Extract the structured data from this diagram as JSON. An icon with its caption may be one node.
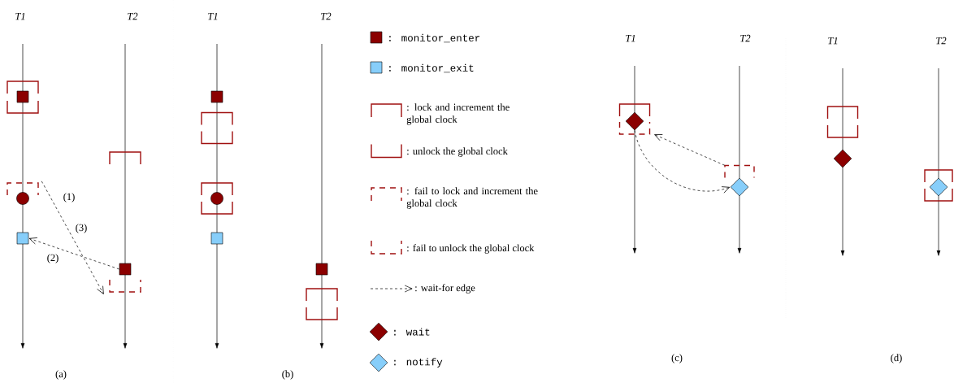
{
  "diagram": {
    "nodes": [
      {
        "text": [],
        "shape": "bracket"
      },
      {
        "text": [],
        "shape": "box",
        "in": 0
      },
      {
        "text": [],
        "shape": "bracket"
      },
      {
        "text": [],
        "shape": "bracket"
      },
      {
        "text": [],
        "shape": "circle"
      },
      {
        "text": [],
        "shape": "box"
      },
      {
        "text": [],
        "shape": "box"
      },
      {
        "text": [],
        "shape": "bracket"
      },
      {
        "text": [],
        "shape": "box"
      },
      {
        "text": [],
        "shape": "bracket"
      },
      {
        "text": [],
        "shape": "bracket"
      },
      {
        "text": [],
        "shape": "circle",
        "in": 10
      },
      {
        "text": [],
        "shape": "box"
      },
      {
        "text": [],
        "shape": "box"
      },
      {
        "text": [],
        "shape": "bracket"
      },
      {
        "text": [],
        "shape": "bracket"
      },
      {
        "text": [],
        "shape": "diamond",
        "in": 15
      },
      {
        "text": [],
        "shape": "bracket"
      },
      {
        "text": [],
        "shape": "diamond"
      },
      {
        "text": [],
        "shape": "bracket"
      },
      {
        "text": [],
        "shape": "diamond"
      },
      {
        "text": [],
        "shape": "bracket"
      },
      {
        "text": [],
        "shape": "diamond",
        "in": 21
      }
    ],
    "edges": [
      {
        "from": 3,
        "to": 7,
        "arrow": "to",
        "style": "dashed",
        "label": "(1)"
      },
      {
        "from": 6,
        "to": 5,
        "arrow": "to",
        "style": "dashed",
        "label": "(2)"
      },
      {
        "from": 17,
        "to": 15,
        "arrow": "to",
        "style": "dashed"
      },
      {
        "from": 16,
        "to": 18,
        "arrow": "to",
        "style": "dashed"
      }
    ],
    "labels": [
      "T1",
      "T2",
      "T1",
      "T2",
      "T1",
      "T2",
      "T1",
      "T2",
      "(3)",
      "(a)",
      "(b)",
      "(c)",
      "(d)"
    ],
    "legend": [
      {
        "text": ": monitor_enter",
        "color": "#8b0000"
      },
      {
        "text": ": monitor_exit",
        "color": "#87cefa"
      },
      {
        "text": ": lock and increment the global clock"
      },
      {
        "text": ": unlock the global clock"
      },
      {
        "text": ": fail to lock and increment the global clock"
      },
      {
        "text": ": fail to unlock the global clock"
      },
      {
        "text": ": wait-for edge"
      },
      {
        "text": ": wait",
        "color": "#8b0000"
      },
      {
        "text": ": notify",
        "color": "#87cefa"
      }
    ]
  }
}
